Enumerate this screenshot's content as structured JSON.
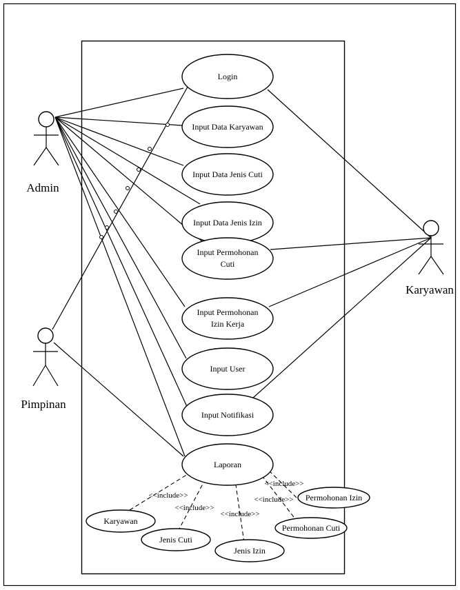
{
  "actors": {
    "admin": "Admin",
    "pimpinan": "Pimpinan",
    "karyawan": "Karyawan"
  },
  "use_cases": {
    "login": "Login",
    "input_data_karyawan": "Input Data Karyawan",
    "input_data_jenis_cuti": "Input Data Jenis Cuti",
    "input_data_jenis_izin": "Input Data Jenis Izin",
    "input_permohonan_cuti": [
      "Input Permohonan",
      "Cuti"
    ],
    "input_permohonan_izin_kerja": [
      "Input Permohonan",
      "Izin Kerja"
    ],
    "input_user": "Input User",
    "input_notifikasi": "Input Notifikasi",
    "laporan": "Laporan"
  },
  "report_cases": {
    "karyawan": "Karyawan",
    "jenis_cuti": "Jenis Cuti",
    "jenis_izin": "Jenis Izin",
    "permohonan_cuti": "Permohonan Cuti",
    "permohonan_izin": "Permohonan Izin"
  },
  "include_labels": {
    "karyawan": "<<include>>",
    "jenis_cuti": "<<include>>",
    "jenis_izin": "<<include>>",
    "permohonan_cuti": "<<include>>",
    "permohonan_izin": "<<include>>"
  }
}
